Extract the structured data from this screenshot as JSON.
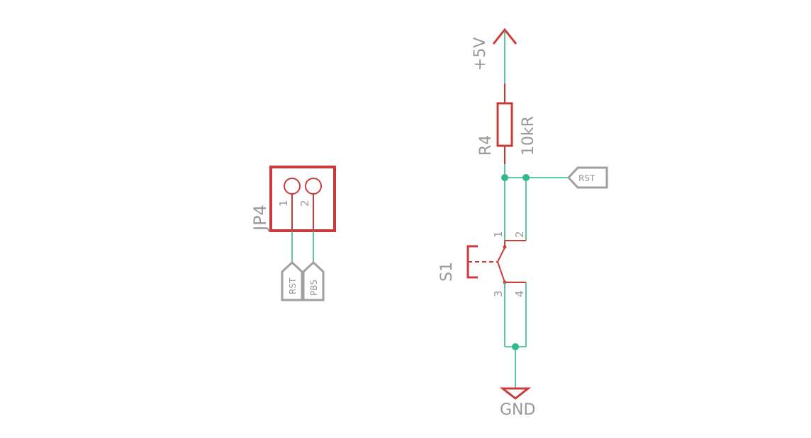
{
  "schematic": {
    "connector": {
      "ref": "JP4",
      "pins": [
        "1",
        "2"
      ],
      "net_labels": [
        "RST",
        "PB5"
      ]
    },
    "supply": {
      "label": "+5V"
    },
    "resistor": {
      "ref": "R4",
      "value": "10kR"
    },
    "rst_flag": {
      "label": "RST"
    },
    "switch": {
      "ref": "S1",
      "pins": [
        "1",
        "2",
        "3",
        "4"
      ]
    },
    "ground": {
      "label": "GND"
    }
  },
  "colors": {
    "wire": "#2fb98c",
    "part": "#cc3b3b",
    "label": "#999999"
  }
}
